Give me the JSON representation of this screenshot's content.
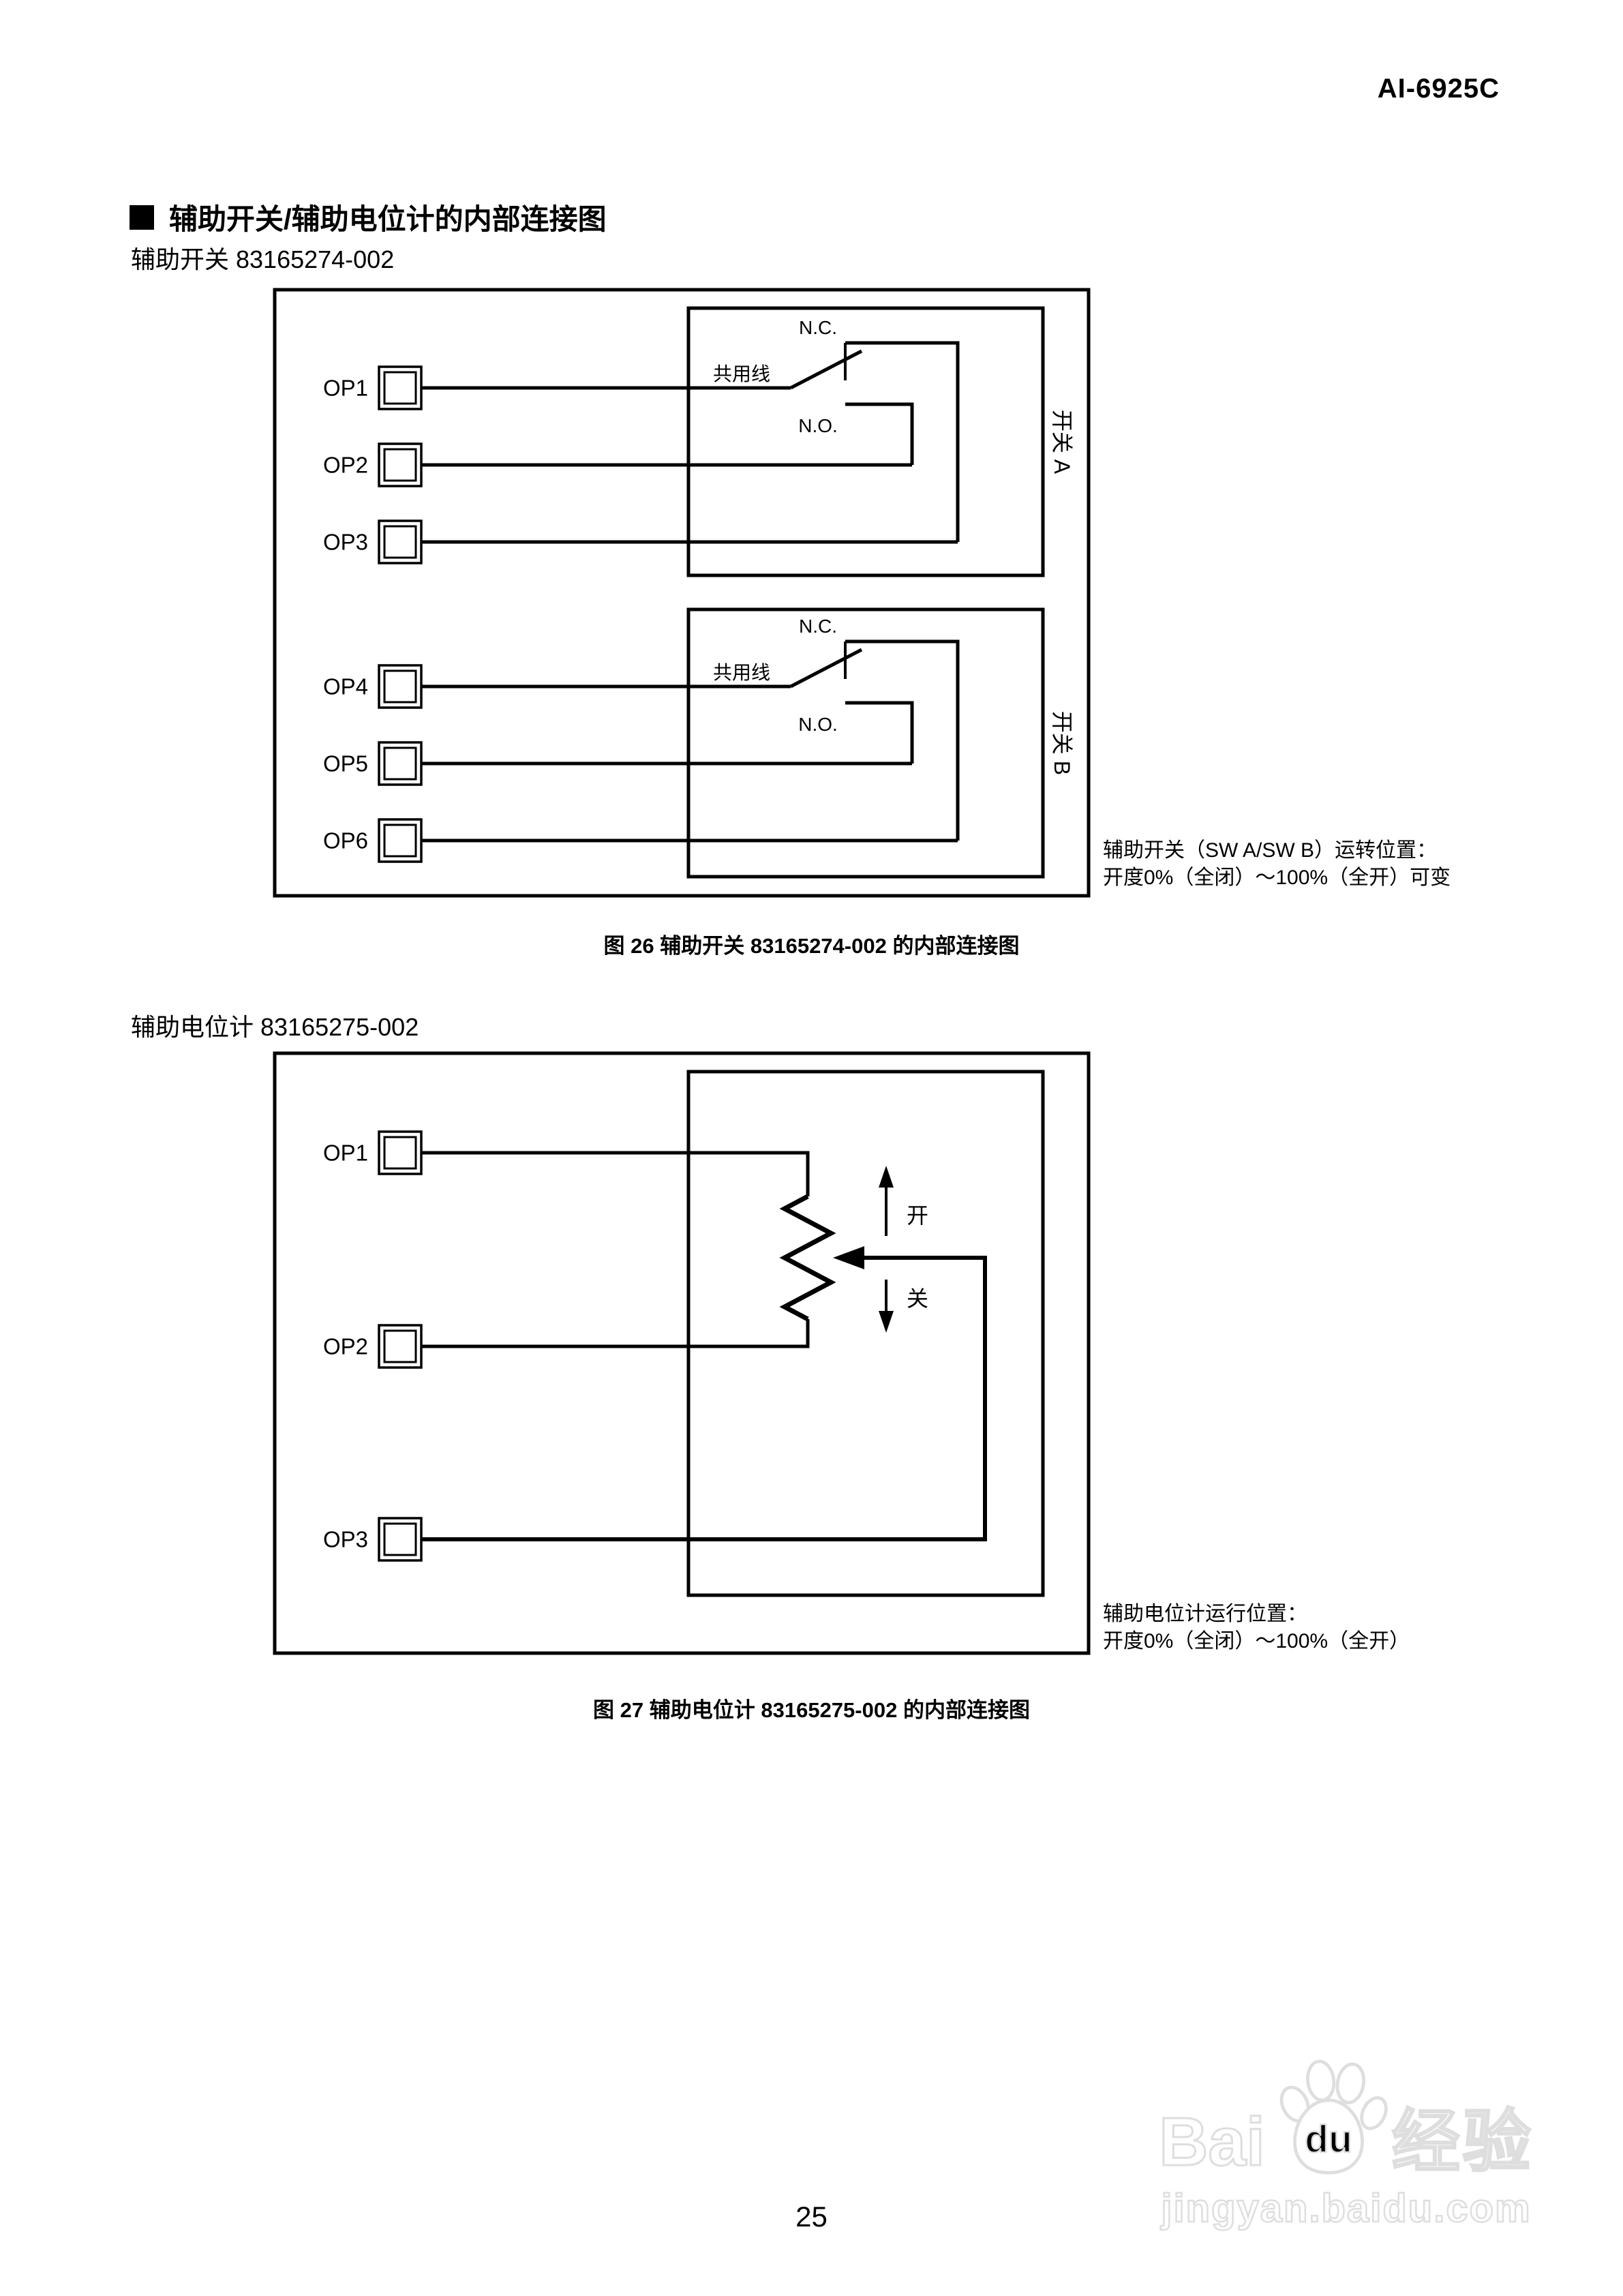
{
  "page": {
    "header": "AI-6925C",
    "page_number": "25"
  },
  "section": {
    "bullet": "■",
    "title": "辅助开关/辅助电位计的内部连接图"
  },
  "diagram1": {
    "subtitle": "辅助开关 83165274-002",
    "caption": "图 26 辅助开关 83165274-002 的内部连接图",
    "terminals": [
      "OP1",
      "OP2",
      "OP3",
      "OP4",
      "OP5",
      "OP6"
    ],
    "switch_a": {
      "label": "开关 A",
      "nc": "N.C.",
      "no": "N.O.",
      "common": "共用线"
    },
    "switch_b": {
      "label": "开关 B",
      "nc": "N.C.",
      "no": "N.O.",
      "common": "共用线"
    },
    "note_line1": "辅助开关（SW A/SW B）运转位置：",
    "note_line2": "开度0%（全闭）～100%（全开）可变"
  },
  "diagram2": {
    "subtitle": "辅助电位计 83165275-002",
    "caption": "图 27 辅助电位计 83165275-002 的内部连接图",
    "terminals": [
      "OP1",
      "OP2",
      "OP3"
    ],
    "open_label": "开",
    "close_label": "关",
    "note_line1": "辅助电位计运行位置：",
    "note_line2": "开度0%（全闭）～100%（全开）"
  },
  "watermark": {
    "brand_left": "Bai",
    "brand_du": "du",
    "brand_right": "经验",
    "url": "jingyan.baidu.com"
  },
  "colors": {
    "ink": "#000000",
    "paper": "#ffffff",
    "watermark": "#dedede"
  }
}
